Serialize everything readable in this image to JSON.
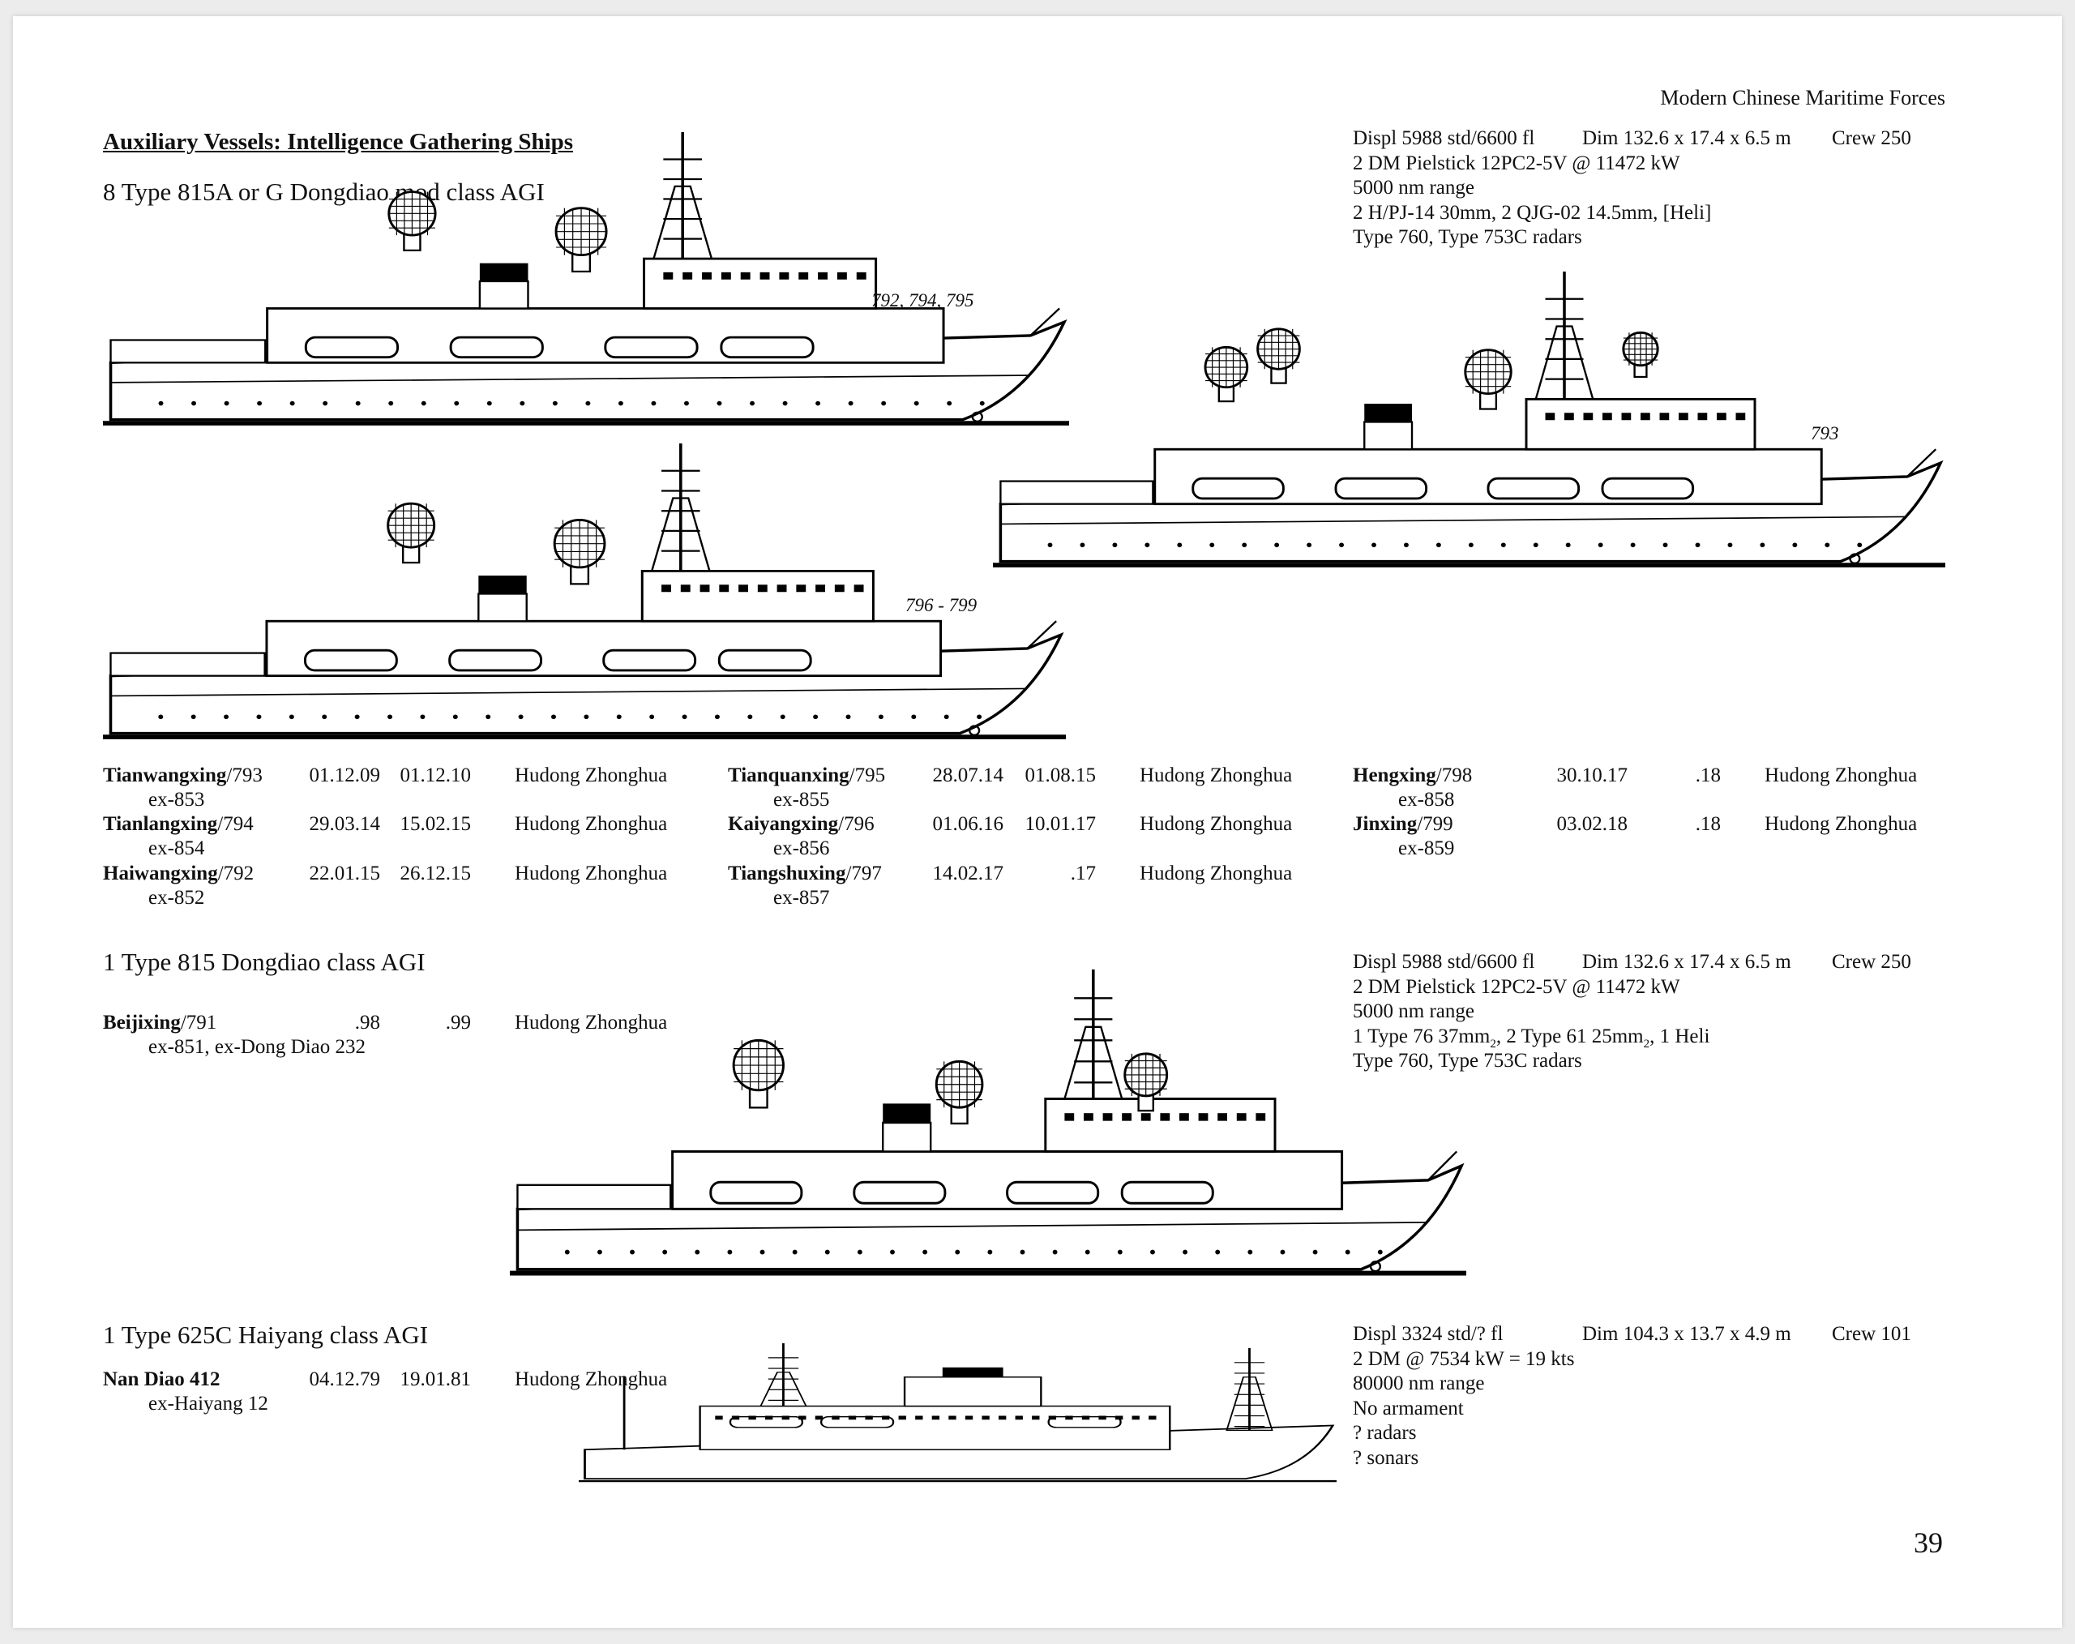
{
  "header": {
    "running_title": "Modern Chinese Maritime Forces",
    "page_number": "39"
  },
  "section_title": "Auxiliary Vessels: Intelligence Gathering Ships",
  "classes": [
    {
      "heading": "8 Type 815A or G Dongdiao mod class AGI",
      "specs": {
        "displ": "Displ 5988 std/6600 fl",
        "dim": "Dim 132.6 x 17.4 x 6.5 m",
        "crew": "Crew 250",
        "lines": [
          "2 DM Pielstick 12PC2-5V @ 11472 kW",
          "5000 nm range",
          "2 H/PJ-14 30mm, 2 QJG-02 14.5mm, [Heli]",
          "Type 760, Type 753C radars"
        ]
      },
      "drawing_labels": [
        "792, 794, 795",
        "793",
        "796 - 799"
      ],
      "ships": [
        {
          "name": "Tianwangxing",
          "num": "/793",
          "laid": "01.12.09",
          "comm": "01.12.10",
          "builder": "Hudong Zhonghua",
          "ex": "ex-853"
        },
        {
          "name": "Tianlangxing",
          "num": "/794",
          "laid": "29.03.14",
          "comm": "15.02.15",
          "builder": "Hudong Zhonghua",
          "ex": "ex-854"
        },
        {
          "name": "Haiwangxing",
          "num": "/792",
          "laid": "22.01.15",
          "comm": "26.12.15",
          "builder": "Hudong Zhonghua",
          "ex": "ex-852"
        },
        {
          "name": "Tianquanxing",
          "num": "/795",
          "laid": "28.07.14",
          "comm": "01.08.15",
          "builder": "Hudong Zhonghua",
          "ex": "ex-855"
        },
        {
          "name": "Kaiyangxing",
          "num": "/796",
          "laid": "01.06.16",
          "comm": "10.01.17",
          "builder": "Hudong Zhonghua",
          "ex": "ex-856"
        },
        {
          "name": "Tiangshuxing",
          "num": "/797",
          "laid": "14.02.17",
          "comm": ".17",
          "builder": "Hudong Zhonghua",
          "ex": "ex-857"
        },
        {
          "name": "Hengxing",
          "num": "/798",
          "laid": "30.10.17",
          "comm": ".18",
          "builder": "Hudong Zhonghua",
          "ex": "ex-858"
        },
        {
          "name": "Jinxing",
          "num": "/799",
          "laid": "03.02.18",
          "comm": ".18",
          "builder": "Hudong Zhonghua",
          "ex": "ex-859"
        }
      ]
    },
    {
      "heading": "1 Type 815 Dongdiao class AGI",
      "specs": {
        "displ": "Displ 5988 std/6600 fl",
        "dim": "Dim 132.6 x 17.4 x 6.5 m",
        "crew": "Crew 250",
        "lines": [
          "2 DM Pielstick 12PC2-5V @ 11472 kW",
          "5000 nm range",
          "1 Type 76 37mm",
          "2",
          ", 2 Type 61 25mm",
          "2",
          ", 1 Heli",
          "Type 760, Type 753C radars"
        ]
      },
      "ships": [
        {
          "name": "Beijixing",
          "num": "/791",
          "laid": ".98",
          "comm": ".99",
          "builder": "Hudong Zhonghua",
          "ex": "ex-851, ex-Dong Diao 232"
        }
      ]
    },
    {
      "heading": "1 Type 625C Haiyang class AGI",
      "specs": {
        "displ": "Displ 3324 std/? fl",
        "dim": "Dim 104.3 x 13.7 x 4.9 m",
        "crew": "Crew 101",
        "lines": [
          "2 DM @ 7534 kW = 19 kts",
          "80000 nm range",
          "No armament",
          "? radars",
          "? sonars"
        ]
      },
      "ships": [
        {
          "name": "Nan Diao 412",
          "num": "",
          "laid": "04.12.79",
          "comm": "19.01.81",
          "builder": "Hudong Zhonghua",
          "ex": "ex-Haiyang 12"
        }
      ]
    }
  ]
}
